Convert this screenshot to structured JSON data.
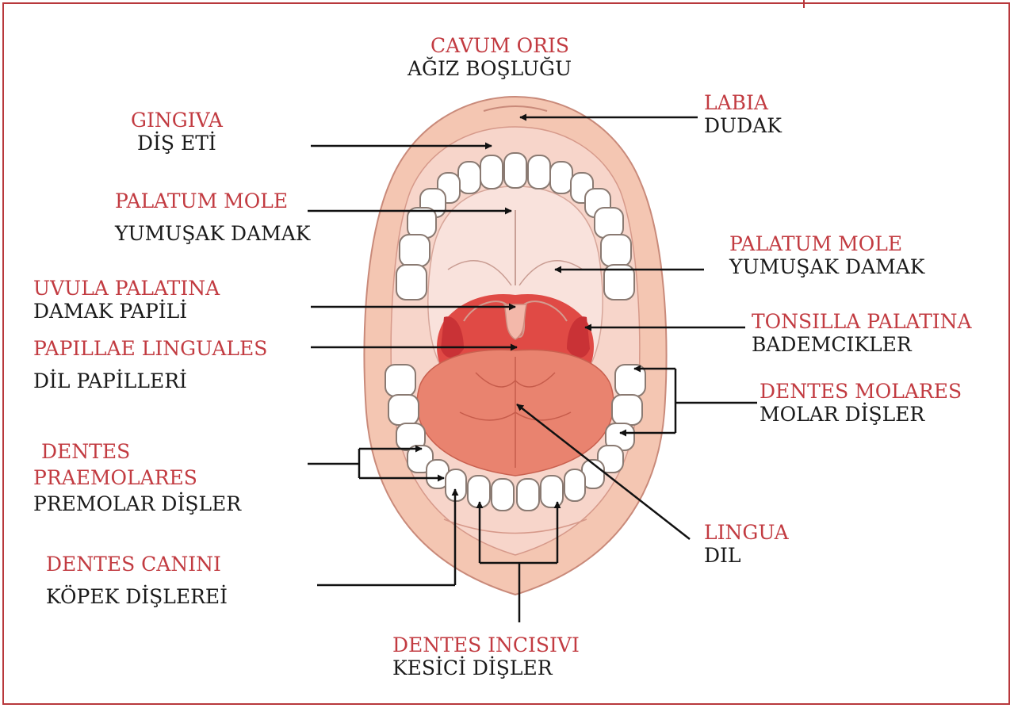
{
  "labels": {
    "cavum_oris": {
      "latin": "CAVUM ORIS",
      "turkish": "AĞIZ BOŞLUĞU"
    },
    "labia": {
      "latin": "LABIA",
      "turkish": "DUDAK"
    },
    "gingiva": {
      "latin": "GINGIVA",
      "turkish": "DİŞ ETİ"
    },
    "palatum_mole_left": {
      "latin": "PALATUM MOLE",
      "turkish": "YUMUŞAK DAMAK"
    },
    "palatum_mole_right": {
      "latin": "PALATUM MOLE",
      "turkish": "YUMUŞAK DAMAK"
    },
    "uvula_palatina": {
      "latin": "UVULA PALATINA",
      "turkish": "DAMAK PAPİLİ"
    },
    "tonsilla_palatina": {
      "latin": "TONSILLA PALATINA",
      "turkish": "BADEMCIKLER"
    },
    "papillae_linguales": {
      "latin": "PAPILLAE LINGUALES",
      "turkish": "DİL PAPİLLERİ"
    },
    "dentes_molares": {
      "latin": "DENTES MOLARES",
      "turkish": "MOLAR DİŞLER"
    },
    "dentes_praemolares": {
      "latin_line1": "DENTES",
      "latin_line2": "PRAEMOLARES",
      "turkish": "PREMOLAR DİŞLER"
    },
    "lingua": {
      "latin": "LINGUA",
      "turkish": "DIL"
    },
    "dentes_canini": {
      "latin": "DENTES CANINI",
      "turkish": "KÖPEK DİŞLEREİ"
    },
    "dentes_incisivi": {
      "latin": "DENTES INCISIVI",
      "turkish": "KESİCİ DİŞLER"
    }
  },
  "colors": {
    "latin_text": "#c23b41",
    "turkish_text": "#1a1a1a",
    "frame": "#b8383c",
    "lip": "#f4c4b0",
    "gum": "#f6cfc2",
    "tongue": "#e47c6c",
    "throat": "#d9403e",
    "tooth": "#ffffff"
  }
}
